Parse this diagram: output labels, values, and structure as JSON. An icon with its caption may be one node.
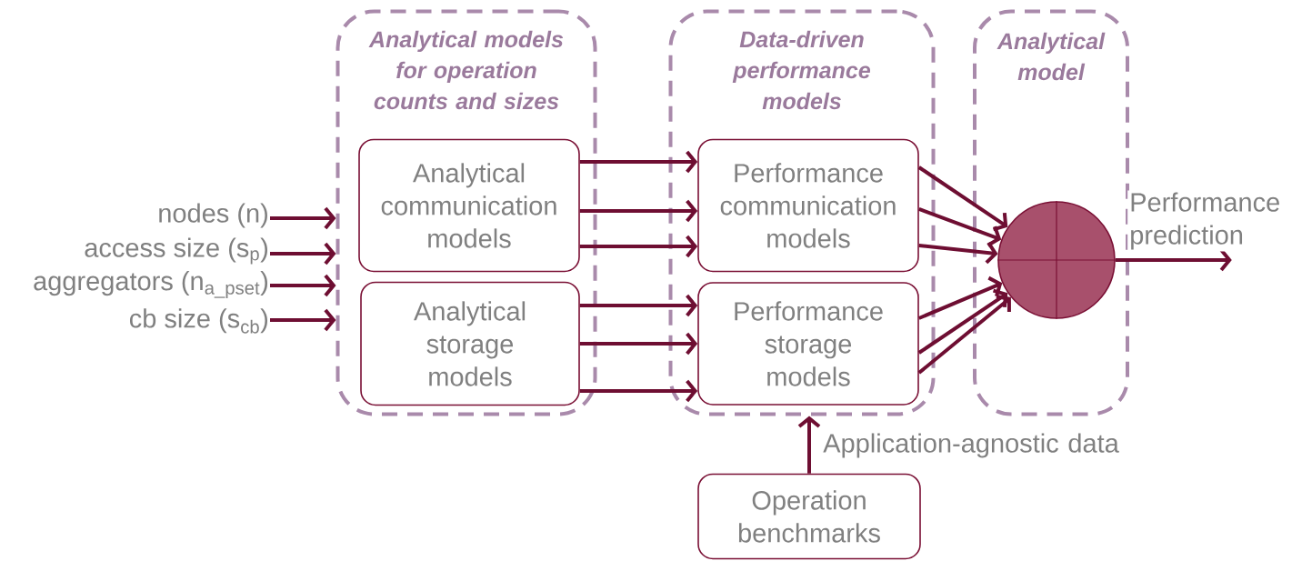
{
  "diagram": {
    "nodes": [
      {
        "text": [
          "nodes (n)"
        ]
      },
      {
        "text": [
          "access size (s$_{p}$)"
        ]
      },
      {
        "text": [
          "aggregators (n$_{a_pset}$)"
        ]
      },
      {
        "text": [
          "cb size (s$_{cb}$)"
        ]
      },
      {
        "text": [
          "Analytical models for operation counts and sizes"
        ]
      },
      {
        "text": [
          "Analytical communication models"
        ],
        "in": 4
      },
      {
        "text": [
          "Analytical storage models"
        ],
        "in": 4
      },
      {
        "text": [
          "Data-driven performance models"
        ]
      },
      {
        "text": [
          "Performance communication models"
        ],
        "in": 7
      },
      {
        "text": [
          "Performance storage models"
        ],
        "in": 7
      },
      {
        "text": [
          "Analytical model"
        ]
      },
      {
        "text": [],
        "shape": "circle",
        "in": 10
      },
      {
        "text": [
          "Operation benchmarks"
        ]
      }
    ],
    "edges": [
      {
        "from": 0,
        "to": 4,
        "arrow": "to"
      },
      {
        "from": 1,
        "to": 4,
        "arrow": "to"
      },
      {
        "from": 2,
        "to": 4,
        "arrow": "to"
      },
      {
        "from": 3,
        "to": 4,
        "arrow": "to"
      },
      {
        "from": 5,
        "to": 8,
        "arrow": "to"
      },
      {
        "from": 5,
        "to": 8,
        "arrow": "to"
      },
      {
        "from": 5,
        "to": 8,
        "arrow": "to"
      },
      {
        "from": 6,
        "to": 9,
        "arrow": "to"
      },
      {
        "from": 6,
        "to": 9,
        "arrow": "to"
      },
      {
        "from": 6,
        "to": 9,
        "arrow": "to"
      },
      {
        "from": 8,
        "to": 11,
        "arrow": "to"
      },
      {
        "from": 8,
        "to": 11,
        "arrow": "to"
      },
      {
        "from": 8,
        "to": 11,
        "arrow": "to"
      },
      {
        "from": 9,
        "to": 11,
        "arrow": "to"
      },
      {
        "from": 9,
        "to": 11,
        "arrow": "to"
      },
      {
        "from": 9,
        "to": 11,
        "arrow": "to"
      },
      {
        "from": 11,
        "to": null,
        "arrow": "to",
        "label": "Performance prediction"
      },
      {
        "from": 12,
        "to": 7,
        "arrow": "to",
        "label": "Application-agnostic data"
      }
    ]
  }
}
